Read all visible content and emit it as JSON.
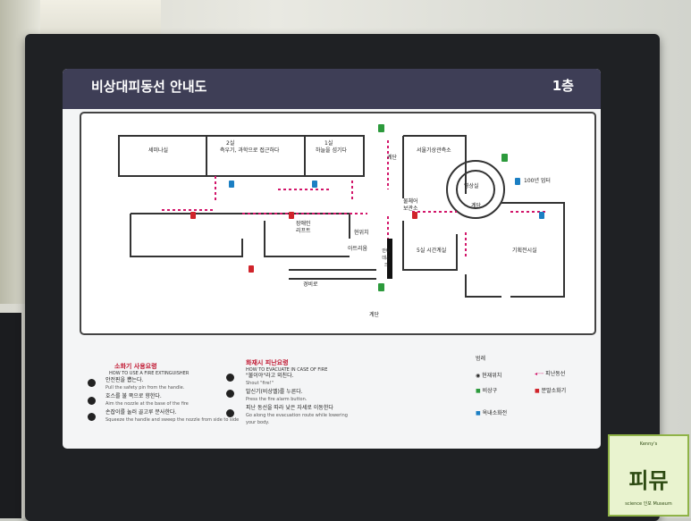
{
  "header": {
    "title_ko": "비상대피동선 안내도",
    "floor": "1층"
  },
  "map": {
    "rooms": {
      "seminar": "세미나실",
      "room2": "2실",
      "room2_sub": "측우기, 과학으로 접근하다",
      "room1": "1실",
      "room1_sub": "하늘을 섬기다",
      "stairs_top": "계단",
      "weather_obs": "서울기상관측소",
      "video_room": "영상실",
      "stairs_center": "계단",
      "storage": "물체어\n보관소",
      "weather_center": "100년 업터",
      "accessible_lift": "장애인\n리프트",
      "current": "현위치",
      "archive": "아트리움",
      "info_desk": "안내데스크",
      "room5": "5실 시간계실",
      "planning": "기획전시실",
      "guard": "경비로",
      "stairs_bottom": "계단"
    }
  },
  "extinguisher": {
    "title": "소화기 사용요령",
    "title_en": "HOW TO USE A FIRE EXTINGUISHER",
    "steps": [
      {
        "ko": "안전핀을 뽑는다.",
        "en": "Pull the safety pin from the handle."
      },
      {
        "ko": "호스를 불 쪽으로 향한다.",
        "en": "Aim the nozzle at the base of the fire"
      },
      {
        "ko": "손잡이를 눌러 골고루 분사한다.",
        "en": "Squeeze the handle and sweep the nozzle from side to side"
      }
    ]
  },
  "evacuation": {
    "title": "화재시 피난요령",
    "title_en": "HOW TO EVACUATE IN CASE OF FIRE",
    "steps": [
      {
        "ko": "\"불이야\"라고 외친다.",
        "en": "Shout \"fire!\""
      },
      {
        "ko": "발신기(비상벨)를 누른다.",
        "en": "Press the fire alarm button."
      },
      {
        "ko": "피난 동선을 따라 낮은 자세로 이동한다",
        "en": "Go along the evacuation route while lowering your body."
      }
    ]
  },
  "legend": {
    "title": "범례",
    "current": "현재위치",
    "route": "피난동선",
    "exit": "비상구",
    "hydrant": "옥내소화전",
    "extinguisher": "분말소화기"
  },
  "logo": {
    "top": "Kenny's",
    "main": "피뮤",
    "sub": "science 인포 Museum"
  },
  "colors": {
    "header": "#3e3e56",
    "route": "#d2166a",
    "exit": "#2c9a3c",
    "hydrant": "#d0242b",
    "extinguisher": "#1b7fc3"
  }
}
